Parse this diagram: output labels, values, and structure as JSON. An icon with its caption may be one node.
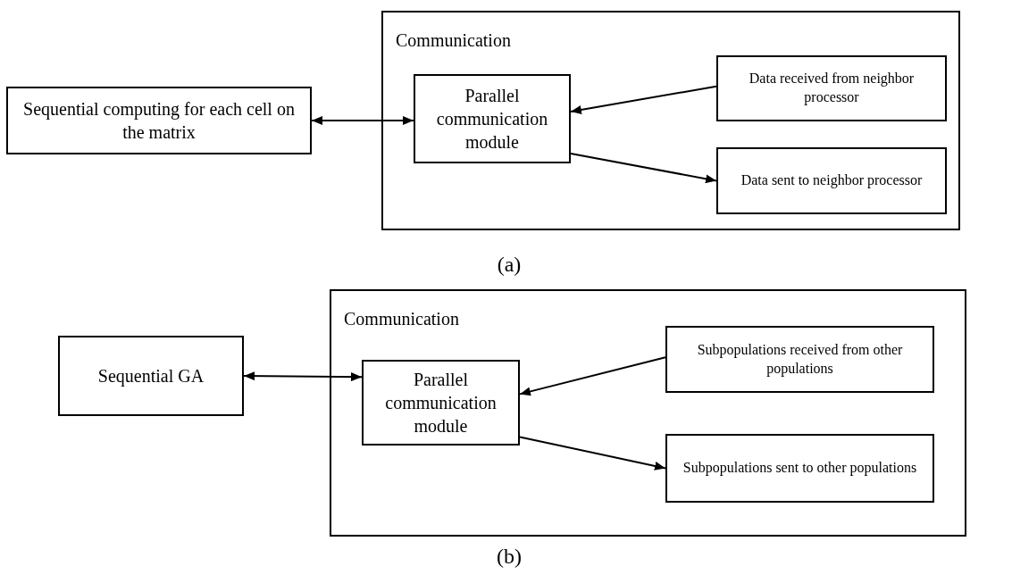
{
  "diagram": {
    "nodes": [
      {
        "text": [
          "Sequential computing for each cell on the matrix"
        ]
      },
      {
        "text": [
          "Communication"
        ]
      },
      {
        "text": [
          "Parallel communication module"
        ],
        "in": 1
      },
      {
        "text": [
          "Data received from neighbor processor"
        ],
        "in": 1
      },
      {
        "text": [
          "Data sent to neighbor processor"
        ],
        "in": 1
      },
      {
        "text": [
          "Sequential GA"
        ]
      },
      {
        "text": [
          "Communication"
        ]
      },
      {
        "text": [
          "Parallel communication module"
        ],
        "in": 6
      },
      {
        "text": [
          "Subpopulations received from other populations"
        ],
        "in": 6
      },
      {
        "text": [
          "Subpopulations sent to other populations"
        ],
        "in": 6
      }
    ],
    "edges": [
      {
        "from": 0,
        "to": 2,
        "arrow": "both"
      },
      {
        "from": 3,
        "to": 2,
        "arrow": "to"
      },
      {
        "from": 2,
        "to": 4,
        "arrow": "to"
      },
      {
        "from": 5,
        "to": 7,
        "arrow": "both"
      },
      {
        "from": 8,
        "to": 7,
        "arrow": "to"
      },
      {
        "from": 7,
        "to": 9,
        "arrow": "to"
      }
    ],
    "labels": [
      "(a)",
      "(b)"
    ]
  }
}
